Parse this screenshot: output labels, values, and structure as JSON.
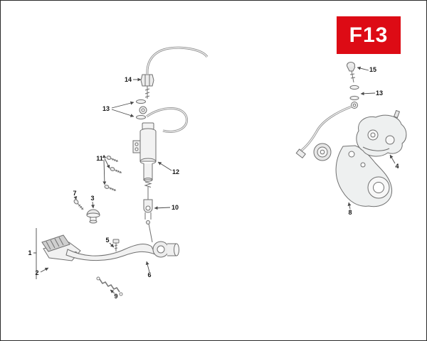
{
  "page": {
    "code": "F13"
  },
  "colors": {
    "code_box_bg": "#dd0b15",
    "code_box_text": "#ffffff",
    "diagram_line": "#6f6f6f",
    "label_text": "#151515"
  },
  "callouts": {
    "c1": "1",
    "c2": "2",
    "c3": "3",
    "c4": "4",
    "c5": "5",
    "c6": "6",
    "c7": "7",
    "c8": "8",
    "c9": "9",
    "c10": "10",
    "c11": "11",
    "c12": "12",
    "c13_left": "13",
    "c13_right": "13",
    "c14": "14",
    "c15": "15"
  }
}
